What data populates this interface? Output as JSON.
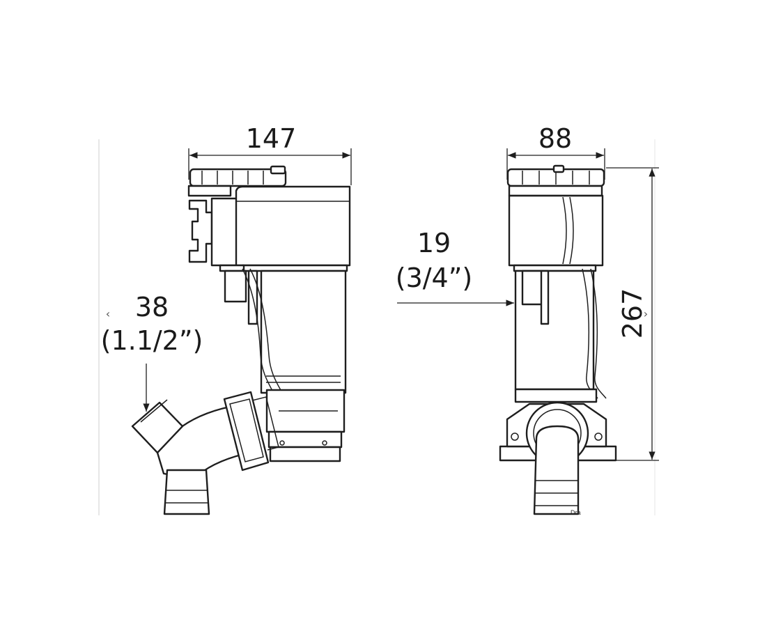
{
  "dimensions": {
    "width_front": "147",
    "width_side": "88",
    "height_side": "267",
    "outlet_mm": "38",
    "outlet_in": "(1.1/2”)",
    "inlet_mm": "19",
    "inlet_in": "(3/4”)"
  },
  "navigation": {
    "prev_glyph": "‹",
    "next_glyph": "›"
  },
  "watermark": "Dra"
}
